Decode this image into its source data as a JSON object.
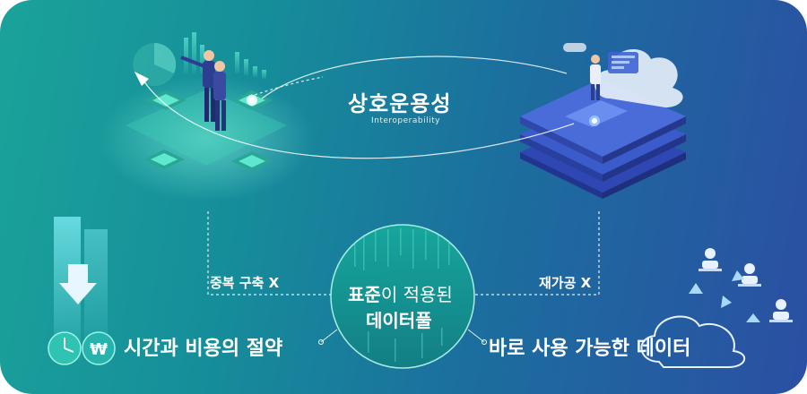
{
  "interop": {
    "title": "상호운용성",
    "subtitle": "Interoperability"
  },
  "labels": {
    "no_duplicate": "중복 구축 X",
    "no_reprocess": "재가공 X"
  },
  "center": {
    "bold_part": "표준",
    "thin_part": "이 적용된",
    "line2": "데이터풀"
  },
  "benefits": {
    "savings": "시간과 비용의 절약",
    "ready_data": "바로 사용 가능한 데이터"
  },
  "icons": {
    "currency_symbol": "₩"
  },
  "colors": {
    "bg_start": "#1aa39a",
    "bg_end": "#2b4fa3",
    "server_blue": "#3a5bc9",
    "chip_green": "#37c4a8"
  }
}
